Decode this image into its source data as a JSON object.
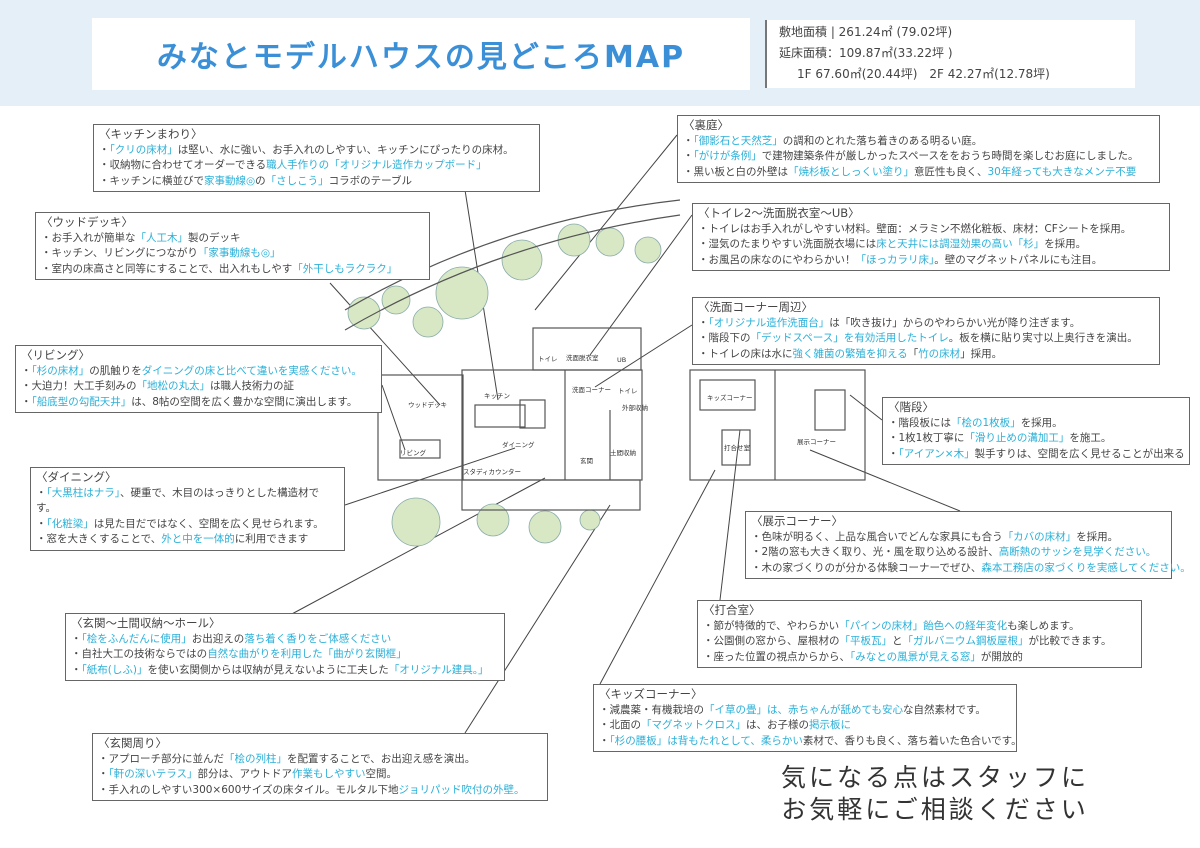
{
  "title": "みなとモデルハウスの見どころMAP",
  "stats": {
    "site_area": "敷地面積 | 261.24㎡ (79.02坪)",
    "floor_area": "延床面積：109.87㎡(33.22坪 )",
    "floors": "1F 67.60㎡(20.44坪)　2F 42.27㎡(12.78坪)"
  },
  "rooms": {
    "wood_deck": "ウッドデッキ",
    "kitchen": "キッチン",
    "living": "リビング",
    "dining": "ダイニング",
    "study": "スタディカウンター",
    "genkan": "玄関",
    "toilet1": "トイレ",
    "senmen_datsui": "洗面脱衣室",
    "ub": "UB",
    "senmen_corner": "洗面コーナー",
    "toilet2": "トイレ",
    "outside_storage": "外部収納",
    "doma_storage": "土間収納",
    "kids": "キッズコーナー",
    "meeting": "打合せ室",
    "exhibit": "展示コーナー"
  },
  "notes": {
    "kitchen": {
      "heading": "〈キッチンまわり〉",
      "lines": [
        [
          {
            "t": "・"
          },
          {
            "t": "「クリの床材」",
            "hl": 1
          },
          {
            "t": "は堅い、水に強い、お手入れのしやすい、キッチンにぴったりの床材。"
          }
        ],
        [
          {
            "t": "・収納物に合わせてオーダーできる"
          },
          {
            "t": "職人手作りの「オリジナル造作カップボード」",
            "hl": 1
          }
        ],
        [
          {
            "t": "・キッチンに横並びで"
          },
          {
            "t": "家事動線◎",
            "hl": 1
          },
          {
            "t": "の"
          },
          {
            "t": "「さしこう」",
            "hl": 1
          },
          {
            "t": "コラボのテーブル"
          }
        ]
      ]
    },
    "wood_deck": {
      "heading": "〈ウッドデッキ〉",
      "lines": [
        [
          {
            "t": "・お手入れが簡単な"
          },
          {
            "t": "「人工木」",
            "hl": 1
          },
          {
            "t": "製のデッキ"
          }
        ],
        [
          {
            "t": "・キッチン、リビングにつながり"
          },
          {
            "t": "「家事動線も◎」",
            "hl": 1
          }
        ],
        [
          {
            "t": "・室内の床高さと同等にすることで、出入れもしやす"
          },
          {
            "t": "「外干しもラクラク」",
            "hl": 1
          }
        ]
      ]
    },
    "living": {
      "heading": "〈リビング〉",
      "lines": [
        [
          {
            "t": "・"
          },
          {
            "t": "「杉の床材」",
            "hl": 1
          },
          {
            "t": "の肌触りを"
          },
          {
            "t": "ダイニングの床と比べて違いを実感ください。",
            "hl": 1
          }
        ],
        [
          {
            "t": "・大迫力！大工手刻みの"
          },
          {
            "t": "「地松の丸太」",
            "hl": 1
          },
          {
            "t": "は職人技術力の証"
          }
        ],
        [
          {
            "t": "・"
          },
          {
            "t": "「船底型の勾配天井」",
            "hl": 1
          },
          {
            "t": "は、8帖の空間を広く豊かな空間に演出します。"
          }
        ]
      ]
    },
    "dining": {
      "heading": "〈ダイニング〉",
      "lines": [
        [
          {
            "t": "・"
          },
          {
            "t": "「大黒柱はナラ」",
            "hl": 1
          },
          {
            "t": "、硬重で、木目のはっきりとした構造材です。"
          }
        ],
        [
          {
            "t": "・"
          },
          {
            "t": "「化粧梁」",
            "hl": 1
          },
          {
            "t": "は見た目だではなく、空間を広く見せられます。"
          }
        ],
        [
          {
            "t": "・窓を大きくすることで、"
          },
          {
            "t": "外と中を一体的",
            "hl": 1
          },
          {
            "t": "に利用できます"
          }
        ]
      ]
    },
    "genkan_hall": {
      "heading": "〈玄関〜土間収納〜ホール〉",
      "lines": [
        [
          {
            "t": "・"
          },
          {
            "t": "「桧をふんだんに使用」",
            "hl": 1
          },
          {
            "t": "お出迎えの"
          },
          {
            "t": "落ち着く香りをご体感ください",
            "hl": 1
          }
        ],
        [
          {
            "t": "・自社大工の技術ならではの"
          },
          {
            "t": "自然な曲がりを利用した「曲がり玄関框」",
            "hl": 1
          }
        ],
        [
          {
            "t": "・"
          },
          {
            "t": "「紙布(しふ)」",
            "hl": 1
          },
          {
            "t": "を使い玄関側からは収納が見えないように工夫した"
          },
          {
            "t": "「オリジナル建具。」",
            "hl": 1
          }
        ]
      ]
    },
    "genkan_around": {
      "heading": "〈玄関周り〉",
      "lines": [
        [
          {
            "t": "・アプローチ部分に並んだ"
          },
          {
            "t": "「桧の列柱」",
            "hl": 1
          },
          {
            "t": "を配置することで、お出迎え感を演出。"
          }
        ],
        [
          {
            "t": "・"
          },
          {
            "t": "「軒の深いテラス」",
            "hl": 1
          },
          {
            "t": "部分は、アウトドア"
          },
          {
            "t": "作業もしやすい",
            "hl": 1
          },
          {
            "t": "空間。"
          }
        ],
        [
          {
            "t": "・手入れのしやすい300×600サイズの床タイル。モルタル下地"
          },
          {
            "t": "ジョリパッド吹付の外壁。",
            "hl": 1
          }
        ]
      ]
    },
    "backyard": {
      "heading": "〈裏庭〉",
      "lines": [
        [
          {
            "t": "・"
          },
          {
            "t": "「御影石と天然芝」",
            "hl": 1
          },
          {
            "t": "の調和のとれた落ち着きのある明るい庭。"
          }
        ],
        [
          {
            "t": "・"
          },
          {
            "t": "「がけが条例」",
            "hl": 1
          },
          {
            "t": "で建物建築条件が厳しかったスペースををおうち時間を楽しむお庭にしました。"
          }
        ],
        [
          {
            "t": "・黒い板と白の外壁は"
          },
          {
            "t": "「焼杉板としっくい塗り」",
            "hl": 1
          },
          {
            "t": "意匠性も良く、"
          },
          {
            "t": "30年経っても大きなメンテ不要",
            "hl": 1
          }
        ]
      ]
    },
    "toilet": {
      "heading": "〈トイレ2〜洗面脱衣室〜UB〉",
      "lines": [
        [
          {
            "t": "・トイレはお手入れがしやすい材料。壁面：メラミン不燃化粧板、床材：CFシートを採用。"
          }
        ],
        [
          {
            "t": "・湿気のたまりやすい洗面脱衣場には"
          },
          {
            "t": "床と天井には調湿効果の高い「杉」",
            "hl": 1
          },
          {
            "t": "を採用。"
          }
        ],
        [
          {
            "t": "・お風呂の床なのにやわらかい！"
          },
          {
            "t": "「ほっカラリ床」",
            "hl": 1
          },
          {
            "t": "。壁のマグネットパネルにも注目。"
          }
        ]
      ]
    },
    "senmen": {
      "heading": "〈洗面コーナー周辺〉",
      "lines": [
        [
          {
            "t": "・"
          },
          {
            "t": "「オリジナル造作洗面台」",
            "hl": 1
          },
          {
            "t": "は「吹き抜け」からのやわらかい光が降り注ぎます。"
          }
        ],
        [
          {
            "t": "・階段下の"
          },
          {
            "t": "「デッドスペース」を有効活用したトイレ",
            "hl": 1
          },
          {
            "t": "。板を横に貼り実寸以上奥行きを演出。"
          }
        ],
        [
          {
            "t": "・トイレの床は水に"
          },
          {
            "t": "強く雑菌の繁殖を抑える",
            "hl": 1
          },
          {
            "t": "「"
          },
          {
            "t": "竹の床材",
            "hl": 1
          },
          {
            "t": "」採用。"
          }
        ]
      ]
    },
    "stairs": {
      "heading": "〈階段〉",
      "lines": [
        [
          {
            "t": "・階段板には"
          },
          {
            "t": "「桧の1枚板」",
            "hl": 1
          },
          {
            "t": "を採用。"
          }
        ],
        [
          {
            "t": "・1枚1枚丁寧に"
          },
          {
            "t": "「滑り止めの溝加工」",
            "hl": 1
          },
          {
            "t": "を施工。"
          }
        ],
        [
          {
            "t": "・"
          },
          {
            "t": "「アイアン×木」",
            "hl": 1
          },
          {
            "t": "製手すりは、空間を広く見せることが出来る"
          }
        ]
      ]
    },
    "exhibit": {
      "heading": "〈展示コーナー〉",
      "lines": [
        [
          {
            "t": "・色味が明るく、上品な風合いでどんな家具にも合う"
          },
          {
            "t": "「カバの床材」",
            "hl": 1
          },
          {
            "t": "を採用。"
          }
        ],
        [
          {
            "t": "・2階の窓も大きく取り、光・風を取り込める設計、"
          },
          {
            "t": "高断熱のサッシを見学ください。",
            "hl": 1
          }
        ],
        [
          {
            "t": "・木の家づくりのが分かる体験コーナーでぜひ、"
          },
          {
            "t": "森本工務店の家づくりを実感してください。",
            "hl": 1
          }
        ]
      ]
    },
    "meeting": {
      "heading": "〈打合室〉",
      "lines": [
        [
          {
            "t": "・節が特徴的で、やわらかい"
          },
          {
            "t": "「パインの床材」飴色への経年変化",
            "hl": 1
          },
          {
            "t": "も楽しめます。"
          }
        ],
        [
          {
            "t": "・公園側の窓から、屋根材の"
          },
          {
            "t": "「平板瓦」",
            "hl": 1
          },
          {
            "t": "と"
          },
          {
            "t": "「ガルバニウム鋼板屋根」",
            "hl": 1
          },
          {
            "t": "が比較できます。"
          }
        ],
        [
          {
            "t": "・座った位置の視点からから、"
          },
          {
            "t": "「みなとの風景が見える窓」",
            "hl": 1
          },
          {
            "t": "が開放的"
          }
        ]
      ]
    },
    "kids": {
      "heading": "〈キッズコーナー〉",
      "lines": [
        [
          {
            "t": "・減農薬・有機栽培の"
          },
          {
            "t": "「イ草の畳」は、赤ちゃんが舐めても安心",
            "hl": 1
          },
          {
            "t": "な自然素材です。"
          }
        ],
        [
          {
            "t": "・北面の"
          },
          {
            "t": "「マグネットクロス」",
            "hl": 1
          },
          {
            "t": "は、お子様の"
          },
          {
            "t": "掲示板に",
            "hl": 1
          }
        ],
        [
          {
            "t": "・"
          },
          {
            "t": "「杉の腰板」は背もたれとして、柔らかい",
            "hl": 1
          },
          {
            "t": "素材で、香りも良く、落ち着いた色合いです。"
          }
        ]
      ]
    }
  },
  "closing": {
    "line1": "気になる点はスタッフに",
    "line2": "お気軽にご相談ください"
  },
  "colors": {
    "header_band": "#e4eff8",
    "title": "#3a8fd6",
    "highlight": "#2bb0d8",
    "tree": "#d8e8c4"
  }
}
